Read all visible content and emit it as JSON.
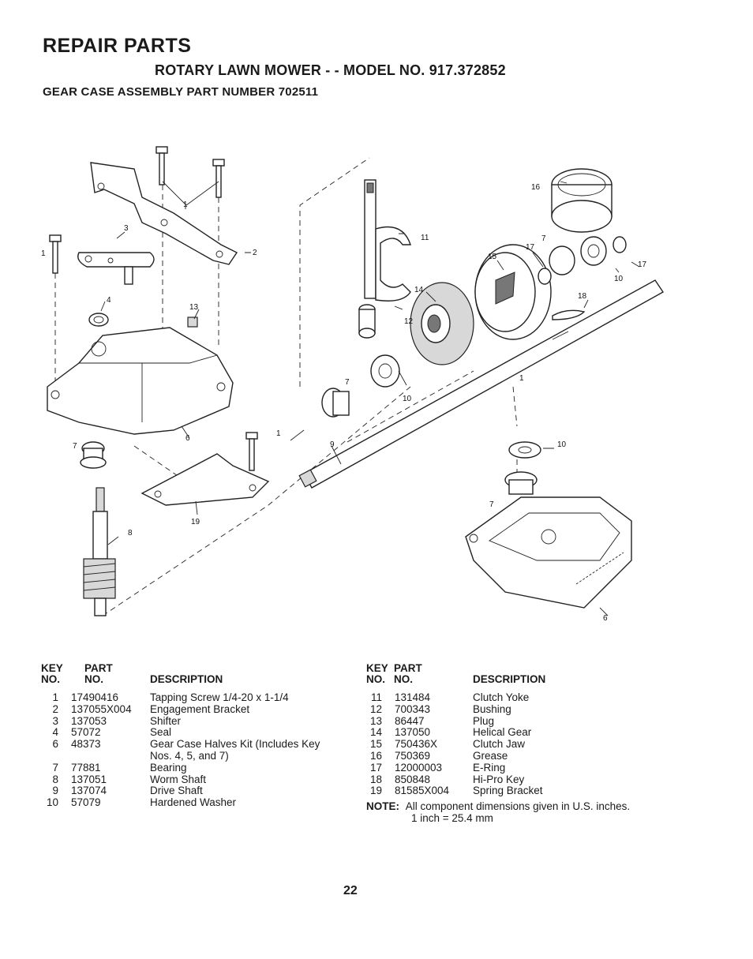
{
  "header": {
    "title": "REPAIR PARTS",
    "subtitle": "ROTARY LAWN MOWER - - MODEL NO. 917.372852",
    "assembly": "GEAR CASE ASSEMBLY PART NUMBER 702511"
  },
  "diagram_labels": {
    "l1a": "1",
    "l1b": "1",
    "l1c": "1",
    "l1d": "1",
    "l2": "2",
    "l3": "3",
    "l4": "4",
    "l6a": "6",
    "l6b": "6",
    "l7a": "7",
    "l7b": "7",
    "l7c": "7",
    "l7d": "7",
    "l8": "8",
    "l9": "9",
    "l10a": "10",
    "l10b": "10",
    "l10c": "10",
    "l11": "11",
    "l12": "12",
    "l13": "13",
    "l14": "14",
    "l15": "15",
    "l16": "16",
    "l17a": "17",
    "l17b": "17",
    "l18": "18",
    "l19": "19"
  },
  "table_headers": {
    "key_top": "KEY",
    "key_bottom": "NO.",
    "part_top": "PART",
    "part_bottom": "NO.",
    "description": "DESCRIPTION"
  },
  "parts_left": [
    {
      "key": "1",
      "part": "17490416",
      "desc": "Tapping Screw  1/4-20 x 1-1/4"
    },
    {
      "key": "2",
      "part": "137055X004",
      "desc": "Engagement Bracket"
    },
    {
      "key": "3",
      "part": "137053",
      "desc": "Shifter"
    },
    {
      "key": "4",
      "part": "57072",
      "desc": "Seal"
    },
    {
      "key": "6",
      "part": "48373",
      "desc": "Gear Case Halves Kit (Includes Key"
    },
    {
      "key": "",
      "part": "",
      "desc": "Nos. 4, 5, and 7)"
    },
    {
      "key": "7",
      "part": "77881",
      "desc": "Bearing"
    },
    {
      "key": "8",
      "part": "137051",
      "desc": "Worm Shaft"
    },
    {
      "key": "9",
      "part": "137074",
      "desc": "Drive Shaft"
    },
    {
      "key": "10",
      "part": "57079",
      "desc": "Hardened Washer"
    }
  ],
  "parts_right": [
    {
      "key": "11",
      "part": "131484",
      "desc": "Clutch Yoke"
    },
    {
      "key": "12",
      "part": "700343",
      "desc": "Bushing"
    },
    {
      "key": "13",
      "part": "86447",
      "desc": "Plug"
    },
    {
      "key": "14",
      "part": "137050",
      "desc": "Helical Gear"
    },
    {
      "key": "15",
      "part": "750436X",
      "desc": "Clutch Jaw"
    },
    {
      "key": "16",
      "part": "750369",
      "desc": "Grease"
    },
    {
      "key": "17",
      "part": "12000003",
      "desc": "E-Ring"
    },
    {
      "key": "18",
      "part": "850848",
      "desc": "Hi-Pro Key"
    },
    {
      "key": "19",
      "part": "81585X004",
      "desc": "Spring Bracket"
    }
  ],
  "note": {
    "label": "NOTE:",
    "line1": "All component dimensions given in U.S. inches.",
    "line2": "1 inch = 25.4 mm"
  },
  "page_number": "22"
}
